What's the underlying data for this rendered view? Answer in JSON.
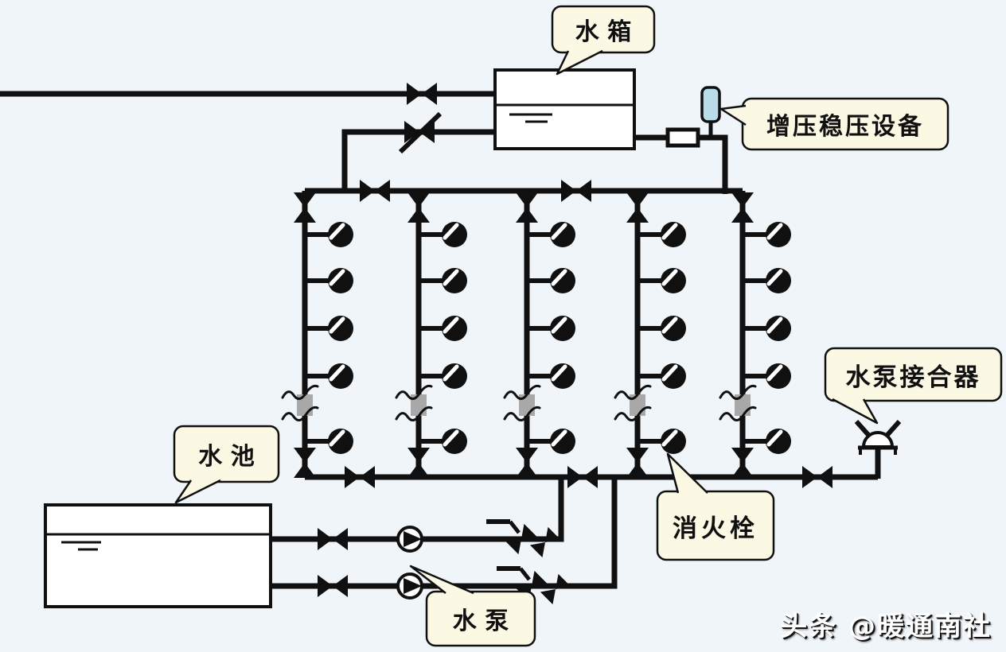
{
  "labels": {
    "water_tank": "水 箱",
    "pressure_tank": "增压稳压设备",
    "pump_coupler": "水泵接合器",
    "pool": "水 池",
    "hydrant": "消火栓",
    "pump": "水 泵"
  },
  "watermark": "头条 @暖通南社",
  "colors": {
    "background": "#f0f5f9",
    "line": "#101010",
    "bubble_fill": "#fbf8e3",
    "cylinder_fill": "#b9dce8",
    "break_gray": "#a8a8a8"
  }
}
